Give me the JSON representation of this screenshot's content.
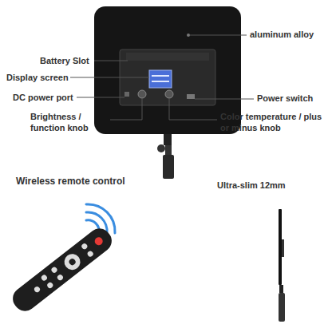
{
  "diagram": {
    "labels": [
      "aluminum alloy",
      "Battery Slot",
      "Display screen",
      "DC power port",
      "Power switch",
      "Brightness / function knob",
      "Color temperature / plus or minus knob",
      "Wireless remote control",
      "Ultra-slim 12mm"
    ]
  }
}
